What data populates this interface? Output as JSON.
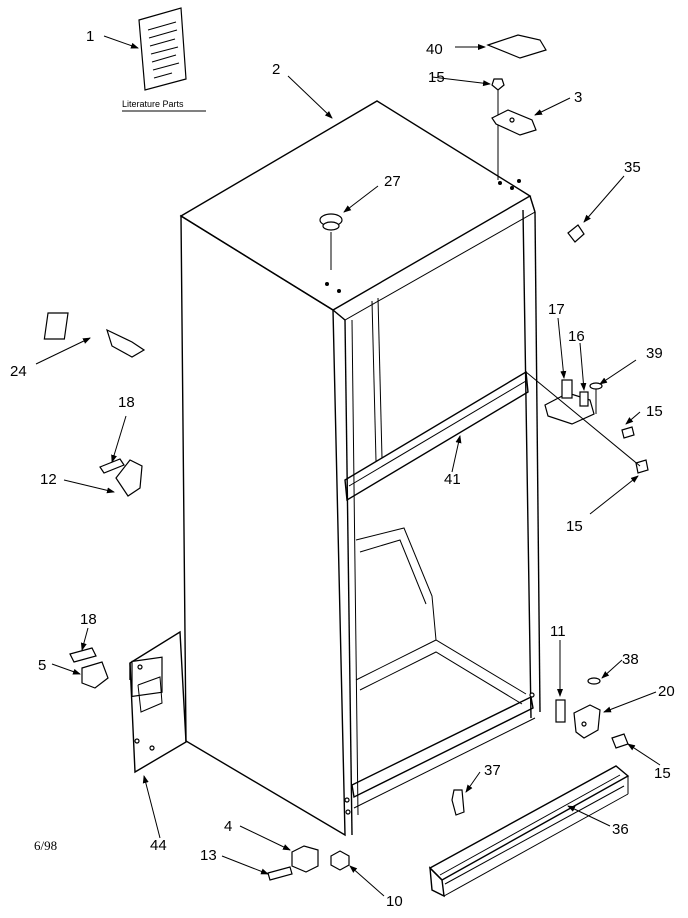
{
  "parts": [
    {
      "id": "1",
      "label": "1"
    },
    {
      "id": "2",
      "label": "2"
    },
    {
      "id": "3",
      "label": "3"
    },
    {
      "id": "4",
      "label": "4"
    },
    {
      "id": "5",
      "label": "5"
    },
    {
      "id": "10",
      "label": "10"
    },
    {
      "id": "11",
      "label": "11"
    },
    {
      "id": "12",
      "label": "12"
    },
    {
      "id": "13",
      "label": "13"
    },
    {
      "id": "15a",
      "label": "15"
    },
    {
      "id": "15b",
      "label": "15"
    },
    {
      "id": "15c",
      "label": "15"
    },
    {
      "id": "15d",
      "label": "15"
    },
    {
      "id": "16",
      "label": "16"
    },
    {
      "id": "17",
      "label": "17"
    },
    {
      "id": "18a",
      "label": "18"
    },
    {
      "id": "18b",
      "label": "18"
    },
    {
      "id": "20",
      "label": "20"
    },
    {
      "id": "24",
      "label": "24"
    },
    {
      "id": "27",
      "label": "27"
    },
    {
      "id": "35",
      "label": "35"
    },
    {
      "id": "36",
      "label": "36"
    },
    {
      "id": "37",
      "label": "37"
    },
    {
      "id": "38",
      "label": "38"
    },
    {
      "id": "39",
      "label": "39"
    },
    {
      "id": "40",
      "label": "40"
    },
    {
      "id": "41",
      "label": "41"
    },
    {
      "id": "44",
      "label": "44"
    }
  ],
  "literature_caption": "Literature Parts",
  "date_code": "6/98"
}
